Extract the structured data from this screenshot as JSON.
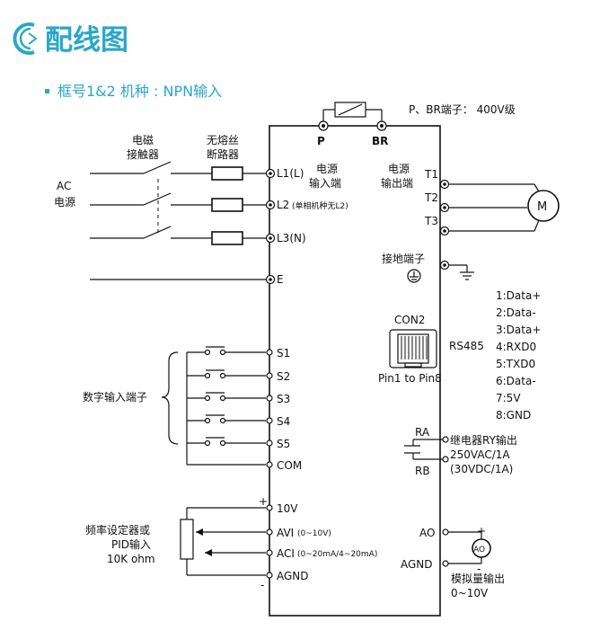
{
  "header": {
    "title": "配线图",
    "subtitle": "框号1&2 机种 : NPN输入",
    "accent_color": "#2aa7c9"
  },
  "labels": {
    "p_br_note": "P、BR端子： 400V级",
    "p": "P",
    "br": "BR",
    "contactor_1": "电磁",
    "contactor_2": "接触器",
    "breaker_1": "无熔丝",
    "breaker_2": "断路器",
    "ac_1": "AC",
    "ac_2": "电源",
    "power_in_1": "电源",
    "power_in_2": "输入端",
    "l1": "L1(L)",
    "l2": "L2",
    "l2_note": "(单相机种无L2)",
    "l3": "L3(N)",
    "e": "E",
    "power_out_1": "电源",
    "power_out_2": "输出端",
    "t1": "T1",
    "t2": "T2",
    "t3": "T3",
    "motor": "M",
    "ground": "接地端子",
    "con2": "CON2",
    "pin_range": "Pin1 to Pin8",
    "rs485": "RS485",
    "pins": [
      "1:Data+",
      "2:Data-",
      "3:Data+",
      "4:RXD0",
      "5:TXD0",
      "6:Data-",
      "7:5V",
      "8:GND"
    ],
    "digital_inputs": "数字输入端子",
    "s1": "S1",
    "s2": "S2",
    "s3": "S3",
    "s4": "S4",
    "s5": "S5",
    "com": "COM",
    "ra": "RA",
    "rb": "RB",
    "relay_1": "继电器RY输出",
    "relay_2": "250VAC/1A",
    "relay_3": "(30VDC/1A)",
    "v10": "10V",
    "avi": "AVI",
    "avi_note": "(0~10V)",
    "aci": "ACI",
    "aci_note": "(0~20mA/4~20mA)",
    "agnd": "AGND",
    "plus": "+",
    "minus": "-",
    "freq_1": "频率设定器或",
    "freq_2": "PID输入",
    "freq_3": "10K ohm",
    "ao": "AO",
    "agnd_r": "AGND",
    "ao_meter": "AO",
    "analog_1": "模拟量输出",
    "analog_2": "0~10V"
  }
}
